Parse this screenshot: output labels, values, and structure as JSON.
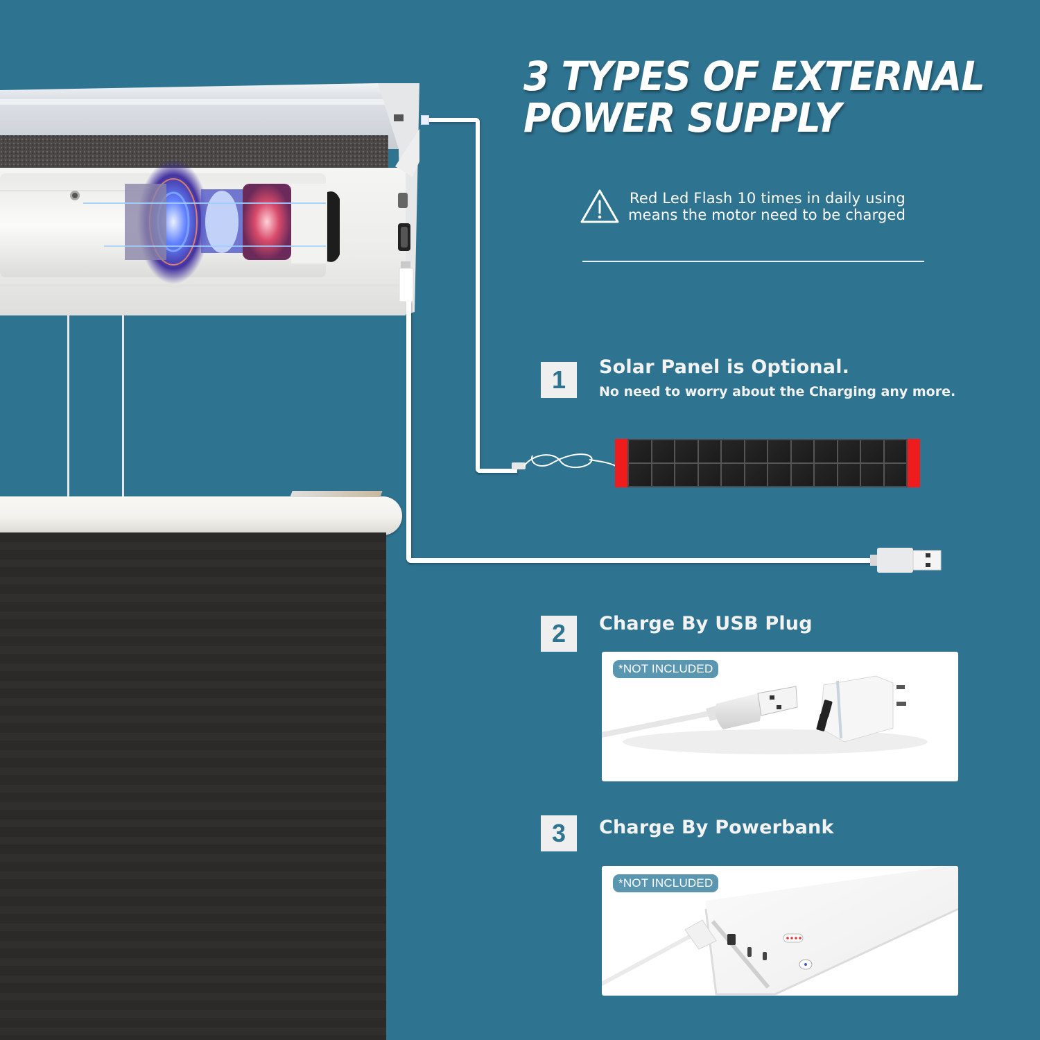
{
  "headline": {
    "line1": "3 TYPES OF EXTERNAL",
    "line2": "POWER SUPPLY"
  },
  "warning": {
    "icon": "warning-triangle-icon",
    "line1": "Red Led Flash 10 times in daily using",
    "line2": "means the motor need to be charged"
  },
  "steps": [
    {
      "number": "1",
      "title": "Solar Panel is Optional.",
      "subtitle": "No need to worry about the Charging any more.",
      "illustration": "solar-panel",
      "solar_grid": {
        "columns": 12,
        "rows": 2
      }
    },
    {
      "number": "2",
      "title": "Charge By USB Plug",
      "tag": "*NOT INCLUDED",
      "illustration": "usb-cable-and-wall-adapter"
    },
    {
      "number": "3",
      "title": "Charge By Powerbank",
      "tag": "*NOT INCLUDED",
      "illustration": "powerbank"
    }
  ],
  "product": {
    "illustration": "motorized-cellular-blind-with-motor-cutaway",
    "ports": [
      "usb-c-port",
      "solar-connector"
    ]
  },
  "colors": {
    "background": "#2e7390",
    "badge_bg": "#efefef",
    "badge_text": "#2e7390",
    "tag_bg": "#5b96b0",
    "solar_endcap": "#ee1c1c",
    "fabric": "#2b2a28"
  }
}
